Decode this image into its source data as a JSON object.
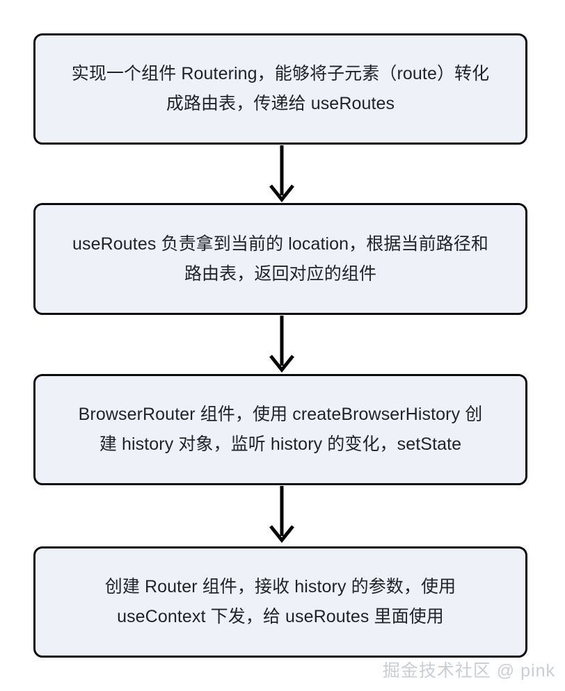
{
  "diagram": {
    "type": "flowchart",
    "orientation": "vertical",
    "colors": {
      "node_fill": "#eef1f8",
      "node_border": "#0b0b0d",
      "node_text": "#1f2328",
      "arrow": "#000000",
      "background": "#ffffff",
      "watermark": "#c9cdd4"
    },
    "nodes": [
      {
        "id": "node-1",
        "order": 1,
        "text": "实现一个组件 Routering，能够将子元素（route）转化\n成路由表，传递给 useRoutes"
      },
      {
        "id": "node-2",
        "order": 2,
        "text": "useRoutes 负责拿到当前的 location，根据当前路径和\n路由表，返回对应的组件"
      },
      {
        "id": "node-3",
        "order": 3,
        "text": "BrowserRouter 组件，使用 createBrowserHistory 创\n建 history 对象，监听 history 的变化，setState"
      },
      {
        "id": "node-4",
        "order": 4,
        "text": "创建 Router 组件，接收 history 的参数，使用\nuseContext 下发，给 useRoutes 里面使用"
      }
    ],
    "connectors": [
      {
        "id": "connector-1",
        "from": "node-1",
        "to": "node-2",
        "style": "arrow-down"
      },
      {
        "id": "connector-2",
        "from": "node-2",
        "to": "node-3",
        "style": "arrow-down"
      },
      {
        "id": "connector-3",
        "from": "node-3",
        "to": "node-4",
        "style": "arrow-down"
      }
    ],
    "watermark": {
      "text": "掘金技术社区 @ pink"
    }
  }
}
